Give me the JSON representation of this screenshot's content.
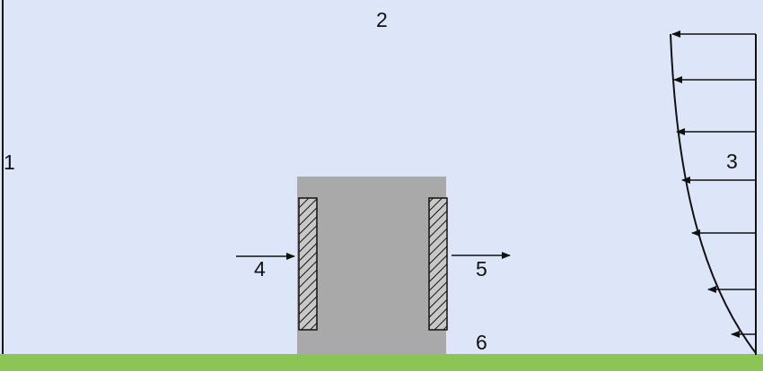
{
  "labels": {
    "l1": "1",
    "l2": "2",
    "l3": "3",
    "l4": "4",
    "l5": "5",
    "l6": "6"
  },
  "colors": {
    "background": "#dde6f8",
    "ground": "#8bc556",
    "building": "#a9a9a9",
    "opening_fill": "#c8c8c8",
    "line": "#111111"
  },
  "profile_arrow_count": 7
}
